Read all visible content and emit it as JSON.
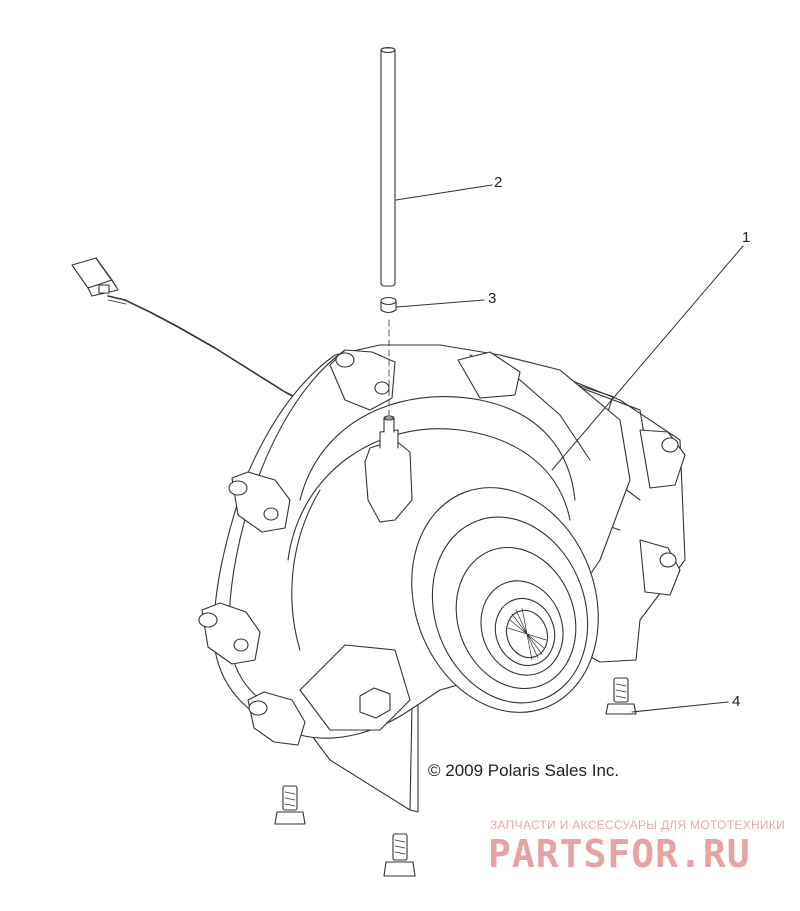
{
  "callouts": [
    {
      "number": "1"
    },
    {
      "number": "2"
    },
    {
      "number": "3"
    },
    {
      "number": "4"
    }
  ],
  "copyright": "© 2009 Polaris Sales Inc.",
  "watermark": {
    "tagline": "ЗАПЧАСТИ И АКСЕССУАРЫ ДЛЯ МОТОТЕХНИКИ",
    "logo": "PARTSFOR.RU",
    "color": "#e7a3a3"
  },
  "line_color": "#333333"
}
